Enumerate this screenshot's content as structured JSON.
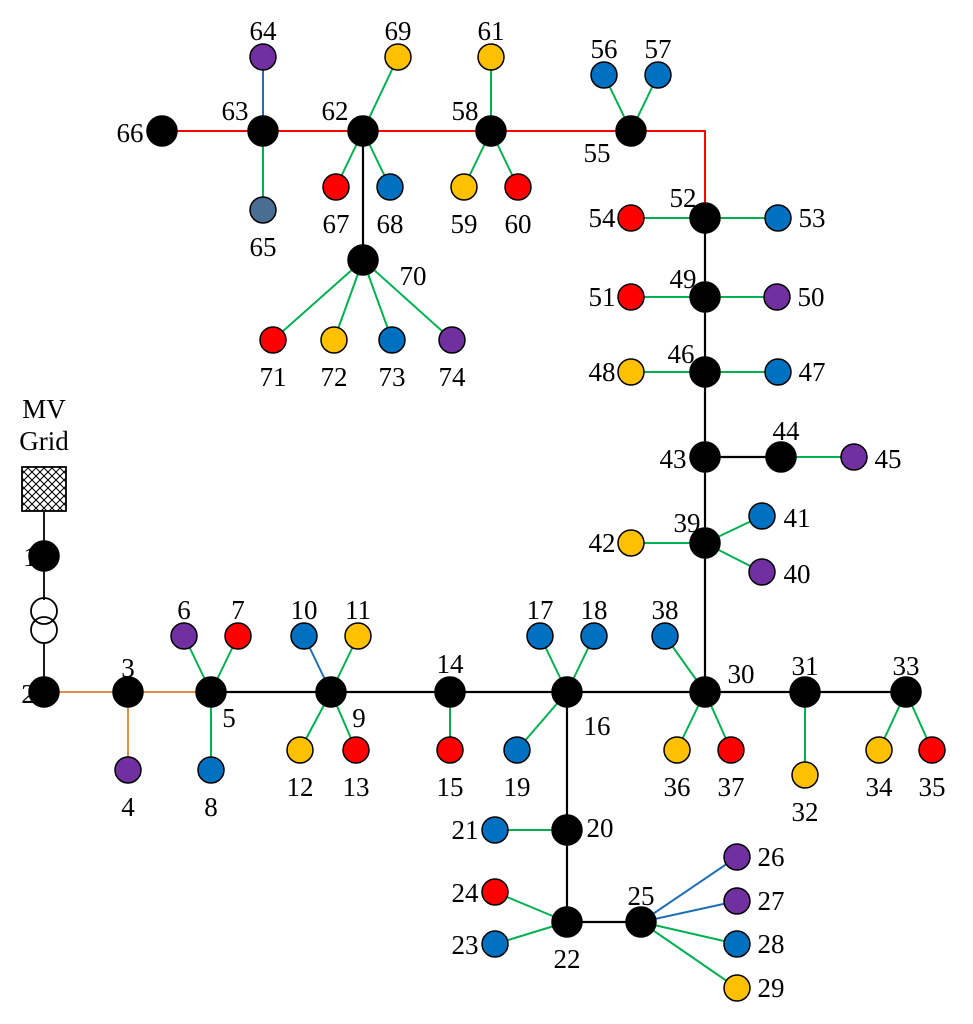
{
  "grid": {
    "line1": "MV",
    "line2": "Grid"
  },
  "colors": {
    "bus": "#000000",
    "red": "#ff0000",
    "blue": "#0070c0",
    "yellow": "#ffc000",
    "purple": "#7030a0",
    "slate": "#4a6d94",
    "line_main": "#000000",
    "line_feeder": "#ff0000",
    "line_service": "#00b050",
    "line_orange": "#e0904a",
    "line_blue": "#1f6fb5"
  },
  "nodes": [
    {
      "id": "1",
      "label": "1",
      "type": "bus"
    },
    {
      "id": "2",
      "label": "2",
      "type": "bus"
    },
    {
      "id": "3",
      "label": "3",
      "type": "bus"
    },
    {
      "id": "4",
      "label": "4",
      "type": "purple"
    },
    {
      "id": "5",
      "label": "5",
      "type": "bus"
    },
    {
      "id": "6",
      "label": "6",
      "type": "purple"
    },
    {
      "id": "7",
      "label": "7",
      "type": "red"
    },
    {
      "id": "8",
      "label": "8",
      "type": "blue"
    },
    {
      "id": "9",
      "label": "9",
      "type": "bus"
    },
    {
      "id": "10",
      "label": "10",
      "type": "blue"
    },
    {
      "id": "11",
      "label": "11",
      "type": "yellow"
    },
    {
      "id": "12",
      "label": "12",
      "type": "yellow"
    },
    {
      "id": "13",
      "label": "13",
      "type": "red"
    },
    {
      "id": "14",
      "label": "14",
      "type": "bus"
    },
    {
      "id": "15",
      "label": "15",
      "type": "red"
    },
    {
      "id": "16",
      "label": "16",
      "type": "bus"
    },
    {
      "id": "17",
      "label": "17",
      "type": "blue"
    },
    {
      "id": "18",
      "label": "18",
      "type": "blue"
    },
    {
      "id": "19",
      "label": "19",
      "type": "blue"
    },
    {
      "id": "20",
      "label": "20",
      "type": "bus"
    },
    {
      "id": "21",
      "label": "21",
      "type": "blue"
    },
    {
      "id": "22",
      "label": "22",
      "type": "bus"
    },
    {
      "id": "23",
      "label": "23",
      "type": "blue"
    },
    {
      "id": "24",
      "label": "24",
      "type": "red"
    },
    {
      "id": "25",
      "label": "25",
      "type": "bus"
    },
    {
      "id": "26",
      "label": "26",
      "type": "purple"
    },
    {
      "id": "27",
      "label": "27",
      "type": "purple"
    },
    {
      "id": "28",
      "label": "28",
      "type": "blue"
    },
    {
      "id": "29",
      "label": "29",
      "type": "yellow"
    },
    {
      "id": "30",
      "label": "30",
      "type": "bus"
    },
    {
      "id": "31",
      "label": "31",
      "type": "bus"
    },
    {
      "id": "32",
      "label": "32",
      "type": "yellow"
    },
    {
      "id": "33",
      "label": "33",
      "type": "bus"
    },
    {
      "id": "34",
      "label": "34",
      "type": "yellow"
    },
    {
      "id": "35",
      "label": "35",
      "type": "red"
    },
    {
      "id": "36",
      "label": "36",
      "type": "yellow"
    },
    {
      "id": "37",
      "label": "37",
      "type": "red"
    },
    {
      "id": "38",
      "label": "38",
      "type": "blue"
    },
    {
      "id": "39",
      "label": "39",
      "type": "bus"
    },
    {
      "id": "40",
      "label": "40",
      "type": "purple"
    },
    {
      "id": "41",
      "label": "41",
      "type": "blue"
    },
    {
      "id": "42",
      "label": "42",
      "type": "yellow"
    },
    {
      "id": "43",
      "label": "43",
      "type": "bus"
    },
    {
      "id": "44",
      "label": "44",
      "type": "bus"
    },
    {
      "id": "45",
      "label": "45",
      "type": "purple"
    },
    {
      "id": "46",
      "label": "46",
      "type": "bus"
    },
    {
      "id": "47",
      "label": "47",
      "type": "blue"
    },
    {
      "id": "48",
      "label": "48",
      "type": "yellow"
    },
    {
      "id": "49",
      "label": "49",
      "type": "bus"
    },
    {
      "id": "50",
      "label": "50",
      "type": "purple"
    },
    {
      "id": "51",
      "label": "51",
      "type": "red"
    },
    {
      "id": "52",
      "label": "52",
      "type": "bus"
    },
    {
      "id": "53",
      "label": "53",
      "type": "blue"
    },
    {
      "id": "54",
      "label": "54",
      "type": "red"
    },
    {
      "id": "55",
      "label": "55",
      "type": "bus"
    },
    {
      "id": "56",
      "label": "56",
      "type": "blue"
    },
    {
      "id": "57",
      "label": "57",
      "type": "blue"
    },
    {
      "id": "58",
      "label": "58",
      "type": "bus"
    },
    {
      "id": "59",
      "label": "59",
      "type": "yellow"
    },
    {
      "id": "60",
      "label": "60",
      "type": "red"
    },
    {
      "id": "61",
      "label": "61",
      "type": "yellow"
    },
    {
      "id": "62",
      "label": "62",
      "type": "bus"
    },
    {
      "id": "63",
      "label": "63",
      "type": "bus"
    },
    {
      "id": "64",
      "label": "64",
      "type": "purple"
    },
    {
      "id": "65",
      "label": "65",
      "type": "slate"
    },
    {
      "id": "66",
      "label": "66",
      "type": "bus"
    },
    {
      "id": "67",
      "label": "67",
      "type": "red"
    },
    {
      "id": "68",
      "label": "68",
      "type": "blue"
    },
    {
      "id": "69",
      "label": "69",
      "type": "yellow"
    },
    {
      "id": "70",
      "label": "70",
      "type": "bus"
    },
    {
      "id": "71",
      "label": "71",
      "type": "red"
    },
    {
      "id": "72",
      "label": "72",
      "type": "yellow"
    },
    {
      "id": "73",
      "label": "73",
      "type": "blue"
    },
    {
      "id": "74",
      "label": "74",
      "type": "purple"
    }
  ],
  "edges": [
    [
      "2",
      "3",
      "orange"
    ],
    [
      "3",
      "5",
      "orange"
    ],
    [
      "3",
      "4",
      "orange"
    ],
    [
      "5",
      "9",
      "main"
    ],
    [
      "9",
      "14",
      "main"
    ],
    [
      "14",
      "16",
      "main"
    ],
    [
      "16",
      "30",
      "main"
    ],
    [
      "30",
      "31",
      "main"
    ],
    [
      "31",
      "33",
      "main"
    ],
    [
      "16",
      "20",
      "main"
    ],
    [
      "20",
      "22",
      "main"
    ],
    [
      "22",
      "25",
      "main"
    ],
    [
      "30",
      "39",
      "main"
    ],
    [
      "39",
      "43",
      "main"
    ],
    [
      "43",
      "44",
      "main"
    ],
    [
      "43",
      "46",
      "main"
    ],
    [
      "46",
      "49",
      "main"
    ],
    [
      "49",
      "52",
      "main"
    ],
    [
      "62",
      "70",
      "main"
    ],
    [
      "52",
      "55",
      "feeder"
    ],
    [
      "55",
      "58",
      "feeder"
    ],
    [
      "58",
      "62",
      "feeder"
    ],
    [
      "62",
      "63",
      "feeder"
    ],
    [
      "63",
      "66",
      "feeder"
    ],
    [
      "5",
      "6",
      "service"
    ],
    [
      "5",
      "7",
      "service"
    ],
    [
      "5",
      "8",
      "service"
    ],
    [
      "9",
      "11",
      "service"
    ],
    [
      "9",
      "12",
      "service"
    ],
    [
      "9",
      "13",
      "service"
    ],
    [
      "14",
      "15",
      "service"
    ],
    [
      "16",
      "17",
      "service"
    ],
    [
      "16",
      "18",
      "service"
    ],
    [
      "16",
      "19",
      "service"
    ],
    [
      "20",
      "21",
      "service"
    ],
    [
      "22",
      "23",
      "service"
    ],
    [
      "22",
      "24",
      "service"
    ],
    [
      "25",
      "28",
      "service"
    ],
    [
      "25",
      "29",
      "service"
    ],
    [
      "30",
      "36",
      "service"
    ],
    [
      "30",
      "37",
      "service"
    ],
    [
      "30",
      "38",
      "service"
    ],
    [
      "31",
      "32",
      "service"
    ],
    [
      "33",
      "34",
      "service"
    ],
    [
      "33",
      "35",
      "service"
    ],
    [
      "39",
      "40",
      "service"
    ],
    [
      "39",
      "41",
      "service"
    ],
    [
      "39",
      "42",
      "service"
    ],
    [
      "44",
      "45",
      "service"
    ],
    [
      "46",
      "47",
      "service"
    ],
    [
      "46",
      "48",
      "service"
    ],
    [
      "49",
      "50",
      "service"
    ],
    [
      "49",
      "51",
      "service"
    ],
    [
      "52",
      "53",
      "service"
    ],
    [
      "52",
      "54",
      "service"
    ],
    [
      "55",
      "56",
      "service"
    ],
    [
      "55",
      "57",
      "service"
    ],
    [
      "58",
      "59",
      "service"
    ],
    [
      "58",
      "60",
      "service"
    ],
    [
      "58",
      "61",
      "service"
    ],
    [
      "62",
      "67",
      "service"
    ],
    [
      "62",
      "68",
      "service"
    ],
    [
      "62",
      "69",
      "service"
    ],
    [
      "63",
      "65",
      "service"
    ],
    [
      "70",
      "71",
      "service"
    ],
    [
      "70",
      "72",
      "service"
    ],
    [
      "70",
      "73",
      "service"
    ],
    [
      "70",
      "74",
      "service"
    ],
    [
      "9",
      "10",
      "blue"
    ],
    [
      "25",
      "26",
      "blue"
    ],
    [
      "25",
      "27",
      "blue"
    ],
    [
      "63",
      "64",
      "blue"
    ]
  ]
}
